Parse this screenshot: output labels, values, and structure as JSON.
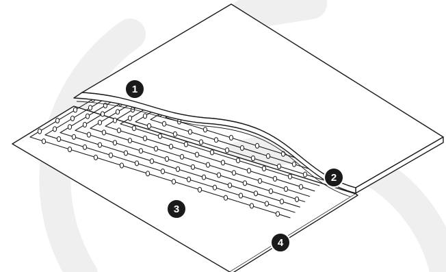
{
  "diagram": {
    "colors": {
      "background": "#ffffff",
      "watermark": "#efefef",
      "line": "#1a1a1a",
      "badge_fill": "#1a1a1a",
      "badge_text": "#ffffff"
    },
    "callouts": [
      {
        "id": "1",
        "label": "1"
      },
      {
        "id": "2",
        "label": "2"
      },
      {
        "id": "3",
        "label": "3"
      },
      {
        "id": "4",
        "label": "4"
      }
    ]
  }
}
